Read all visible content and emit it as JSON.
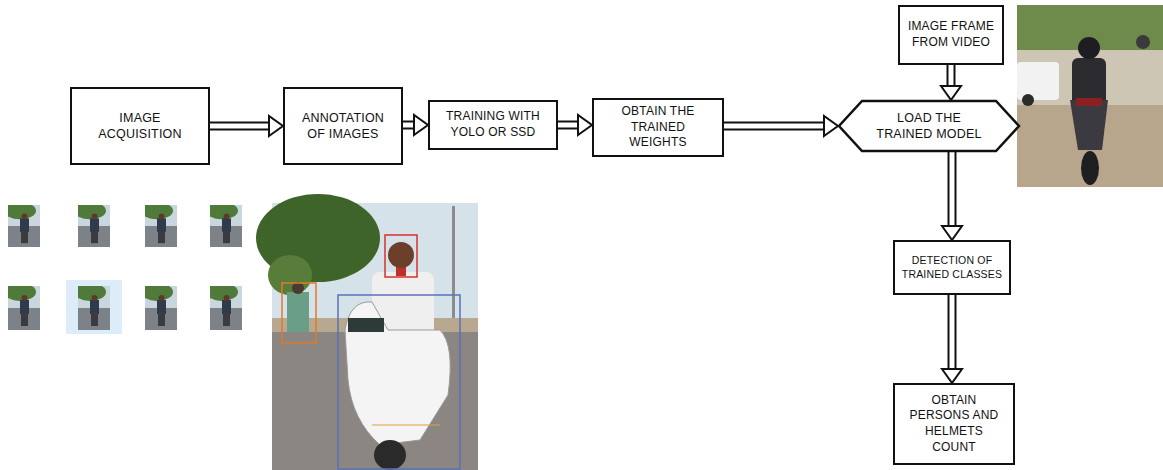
{
  "diagram": {
    "nodes": [
      {
        "text": [
          "IMAGE ACQUISITION"
        ]
      },
      {
        "text": [
          "ANNOTATION OF IMAGES"
        ]
      },
      {
        "text": [
          "TRAINING WITH YOLO OR SSD"
        ]
      },
      {
        "text": [
          "OBTAIN THE TRAINED WEIGHTS"
        ]
      },
      {
        "text": [
          "IMAGE FRAME FROM VIDEO"
        ]
      },
      {
        "text": [
          "LOAD THE TRAINED MODEL"
        ]
      },
      {
        "text": [
          "DETECTION OF TRAINED CLASSES"
        ]
      },
      {
        "text": [
          "OBTAIN PERSONS AND HELMETS COUNT"
        ]
      }
    ],
    "edges": [
      {
        "from": 0,
        "to": 1,
        "arrow": "to"
      },
      {
        "from": 1,
        "to": 2,
        "arrow": "to"
      },
      {
        "from": 2,
        "to": 3,
        "arrow": "to"
      },
      {
        "from": 3,
        "to": 5,
        "arrow": "to"
      },
      {
        "from": 4,
        "to": 5,
        "arrow": "to"
      },
      {
        "from": 5,
        "to": 6,
        "arrow": "to"
      },
      {
        "from": 6,
        "to": 7,
        "arrow": "to"
      }
    ]
  }
}
